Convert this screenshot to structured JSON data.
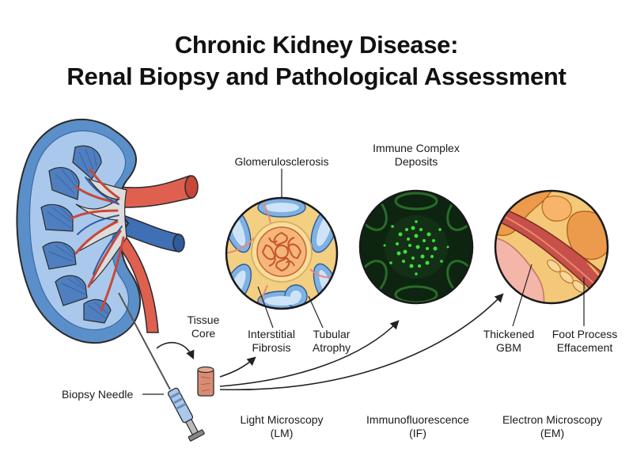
{
  "title": {
    "line1": "Chronic Kidney Disease:",
    "line2": "Renal Biopsy and Pathological Assessment"
  },
  "labels": {
    "glomerulosclerosis": "Glomerulosclerosis",
    "immune_complex": [
      "Immune Complex",
      "Deposits"
    ],
    "tissue_core": [
      "Tissue",
      "Core"
    ],
    "interstitial_fibrosis": [
      "Interstitial",
      "Fibrosis"
    ],
    "tubular_atrophy": [
      "Tubular",
      "Atrophy"
    ],
    "thickened_gbm": [
      "Thickened",
      "GBM"
    ],
    "foot_process": [
      "Foot Process",
      "Effacement"
    ],
    "biopsy_needle": "Biopsy Needle",
    "light_microscopy": [
      "Light Microscopy",
      "(LM)"
    ],
    "immunofluorescence": [
      "Immunofluorescence",
      "(IF)"
    ],
    "electron_microscopy": [
      "Electron Microscopy",
      "(EM)"
    ]
  },
  "colors": {
    "kidney_capsule": "#5b8fc9",
    "cortex": "#a9c8ec",
    "artery": "#e0604f",
    "vein": "#3f6fb5",
    "if_background": "#0d2410",
    "if_deposits": "#3ee03a",
    "em_tan": "#f3c979",
    "em_orange": "#ec9a4c"
  }
}
